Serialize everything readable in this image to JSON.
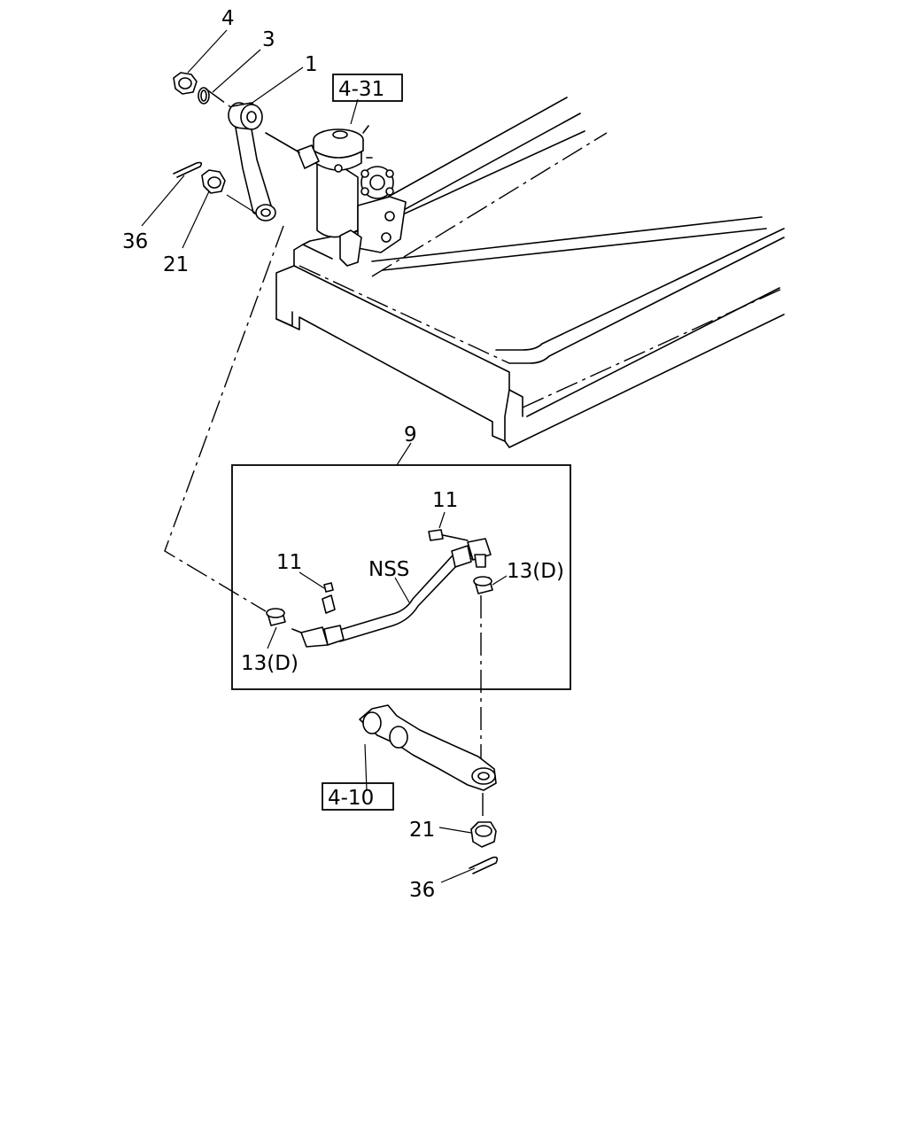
{
  "callouts": {
    "part_4_top": "4",
    "part_3": "3",
    "part_1": "1",
    "ref_4_31": "4-31",
    "part_36_top": "36",
    "part_21_top": "21",
    "part_9": "9",
    "part_11_upper": "11",
    "part_11_lower": "11",
    "nss": "NSS",
    "part_13d_right": "13(D)",
    "part_13d_left": "13(D)",
    "ref_4_10": "4-10",
    "part_21_bottom": "21",
    "part_36_bottom": "36"
  }
}
